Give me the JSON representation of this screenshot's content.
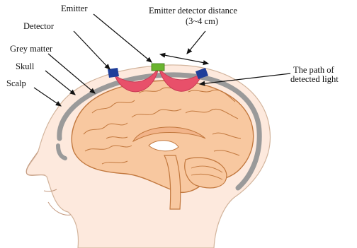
{
  "labels": {
    "emitter": "Emitter",
    "distance_title": "Emitter detector distance",
    "distance_value": "(3~4 cm)",
    "detector": "Detector",
    "grey_matter": "Grey matter",
    "skull": "Skull",
    "scalp": "Scalp",
    "path_line1": "The path of",
    "path_line2": "detected light"
  },
  "colors": {
    "brain_fill": "#f8c8a0",
    "brain_outline": "#c2783e",
    "skin_fill": "#fde9dd",
    "skull": "#9a9a9a",
    "light_path": "#e8506a",
    "emitter": "#6ab42f",
    "detector": "#1f3e9a",
    "annotation": "#111111"
  }
}
